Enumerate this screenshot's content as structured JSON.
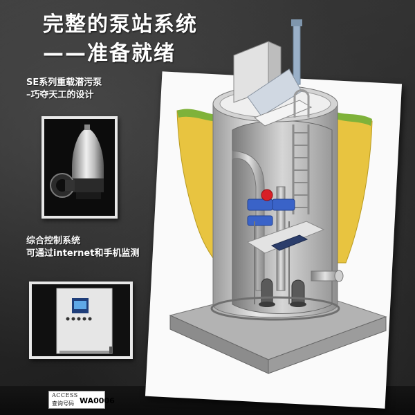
{
  "headline": {
    "line1": "完整的泵站系统",
    "line2": "——准备就绪"
  },
  "pump_feature": {
    "line1": "SE系列重载潜污泵",
    "line2": "–巧夺天工的设计"
  },
  "control_feature": {
    "line1": "综合控制系统",
    "line2": "可通过internet和手机监测"
  },
  "access": {
    "label": "ACCESS",
    "sublabel": "查询号码",
    "code": "WA0006"
  },
  "colors": {
    "background": "#262626",
    "soil": "#e8c440",
    "grass": "#7fb23a",
    "tank": "#c9c9c9",
    "pipe_blue": "#3a63c8",
    "valve_red": "#d81f26"
  },
  "icons": [
    "pump-photo",
    "control-cabinet-photo",
    "pump-station-cutaway"
  ]
}
